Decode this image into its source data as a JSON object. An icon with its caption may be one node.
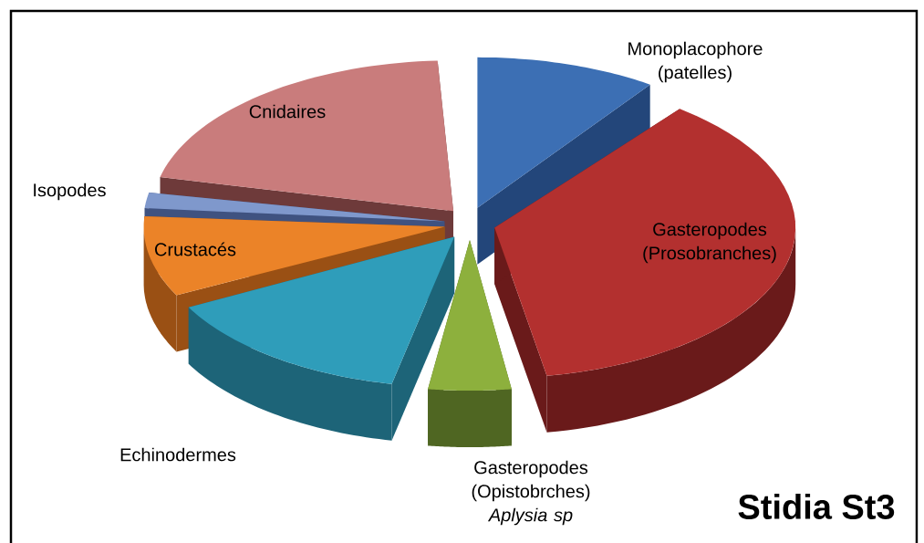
{
  "diagram": {
    "title": "Stidia St3",
    "nodes": [
      {
        "text": [
          "Monoplacophore (patelles)"
        ]
      },
      {
        "text": [
          "Gasteropodes (Prosobranches)"
        ]
      },
      {
        "text": [
          "Gasteropodes (Opistobrches)",
          "Aplysia sp"
        ]
      },
      {
        "text": [
          "Echinodermes"
        ]
      },
      {
        "text": [
          "Crustacés"
        ]
      },
      {
        "text": [
          "Isopodes"
        ]
      },
      {
        "text": [
          "Cnidaires"
        ]
      }
    ]
  }
}
